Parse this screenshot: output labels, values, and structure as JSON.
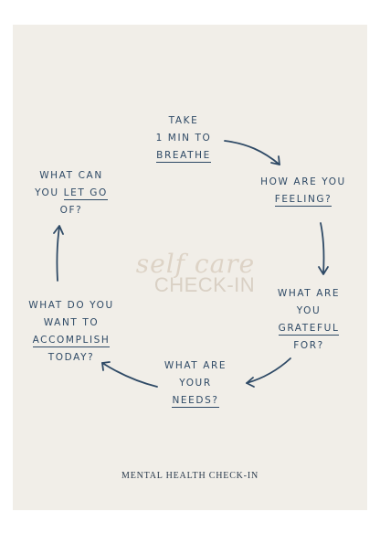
{
  "center": {
    "script": "self care",
    "title": "CHECK-IN"
  },
  "steps": {
    "breathe": {
      "line1": "TAKE",
      "line2": "1 MIN TO",
      "line3": "BREATHE"
    },
    "feeling": {
      "line1": "HOW ARE YOU",
      "line2": "FEELING?"
    },
    "grateful": {
      "line1": "WHAT ARE",
      "line2": "YOU",
      "line3": "GRATEFUL",
      "line4": "FOR?"
    },
    "needs": {
      "line1": "WHAT ARE",
      "line2": "YOUR",
      "line3": "NEEDS?"
    },
    "accomplish": {
      "line1": "WHAT DO YOU",
      "line2": "WANT TO",
      "line3": "ACCOMPLISH",
      "line4": "TODAY?"
    },
    "letgo": {
      "line1": "WHAT CAN",
      "line2_a": "YOU ",
      "line2_b": "LET GO",
      "line3": "OF?"
    }
  },
  "footer": "MENTAL HEALTH CHECK-IN",
  "colors": {
    "ink": "#2f4a66",
    "paper": "#f1eee8",
    "watermark": "#ddd3c6"
  }
}
